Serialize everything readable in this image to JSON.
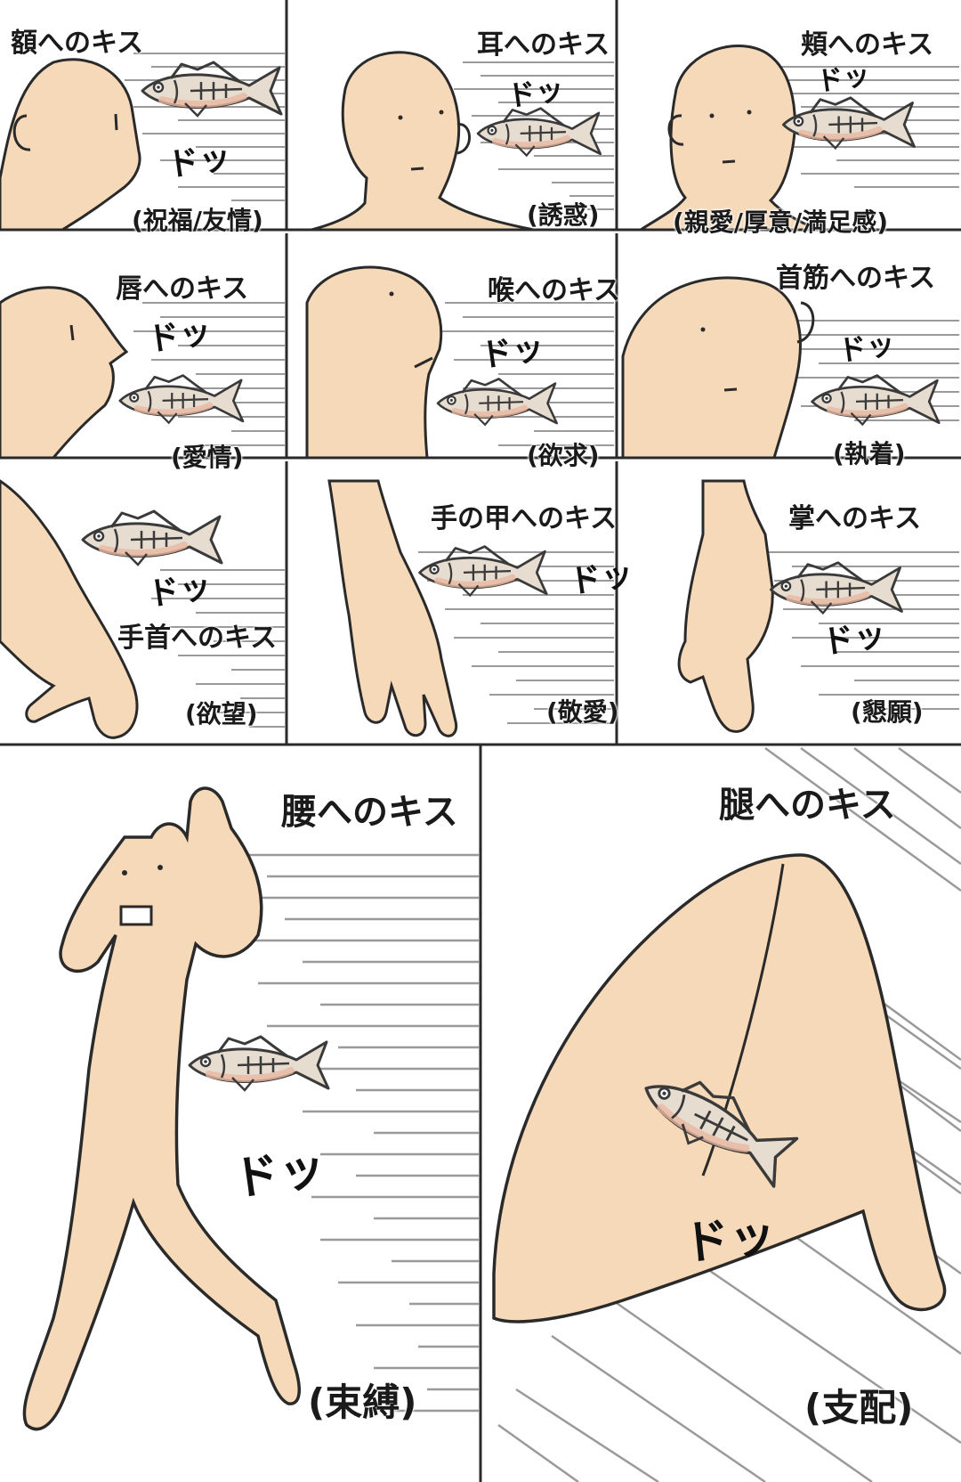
{
  "colors": {
    "skin": "#f5d9b8",
    "line": "#2a2a2a",
    "fish_body": "#e6ddd0",
    "fish_belly": "#e8b8a0",
    "fish_line": "#3a3a3a",
    "speed": "#9a9a9a"
  },
  "sound_effect": "ドッ",
  "panels": [
    {
      "kiss": "額へのキス",
      "meaning": "(祝福/友情)"
    },
    {
      "kiss": "耳へのキス",
      "meaning": "(誘惑)"
    },
    {
      "kiss": "頬へのキス",
      "meaning": "(親愛/厚意/満足感)"
    },
    {
      "kiss": "唇へのキス",
      "meaning": "(愛情)"
    },
    {
      "kiss": "喉へのキス",
      "meaning": "(欲求)"
    },
    {
      "kiss": "首筋へのキス",
      "meaning": "(執着)"
    },
    {
      "kiss": "手首へのキス",
      "meaning": "(欲望)"
    },
    {
      "kiss": "手の甲へのキス",
      "meaning": "(敬愛)"
    },
    {
      "kiss": "掌へのキス",
      "meaning": "(懇願)"
    },
    {
      "kiss": "腰へのキス",
      "meaning": "(束縛)"
    },
    {
      "kiss": "腿へのキス",
      "meaning": "(支配)"
    }
  ]
}
